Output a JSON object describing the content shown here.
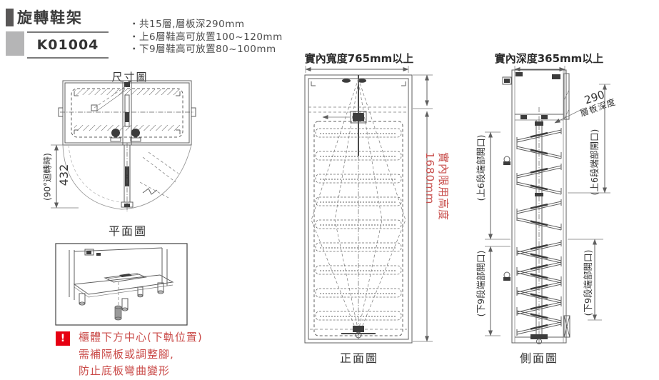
{
  "header": {
    "title": "旋轉鞋架",
    "product_code": "K01004",
    "specs": [
      "・共15層,層板深290mm",
      "・上6層鞋高可放置100~120mm",
      "・下9層鞋高可放置80~100mm"
    ]
  },
  "plan_view": {
    "title": "尺寸圖",
    "caption": "平面圖",
    "rotation_dim": "432",
    "rotation_note": "(90°迴轉時)"
  },
  "front_view": {
    "caption": "正面圖",
    "width_label": "實內寬度765mm以上",
    "height_label": "實內限用高度1680mm"
  },
  "side_view": {
    "caption": "側面圖",
    "depth_label": "實內深度365mm以上",
    "shelf_depth_value": "290",
    "shelf_depth_label": "層板深度",
    "upper_opening": "(上6段端部開口)",
    "lower_opening": "(下9段端部開口)"
  },
  "warning": {
    "icon": "!",
    "lines": [
      "櫃體下方中心(下軌位置)",
      "需補隔板或調整腳,",
      "防止底板彎曲變形"
    ]
  },
  "colors": {
    "accent_red": "#e60012",
    "warning_text_red": "#ca4b49",
    "height_label_red": "#c9504e",
    "header_dark_gray": "#595757",
    "header_light_gray": "#b5b5b6",
    "line_gray": "#5f5f5f"
  }
}
